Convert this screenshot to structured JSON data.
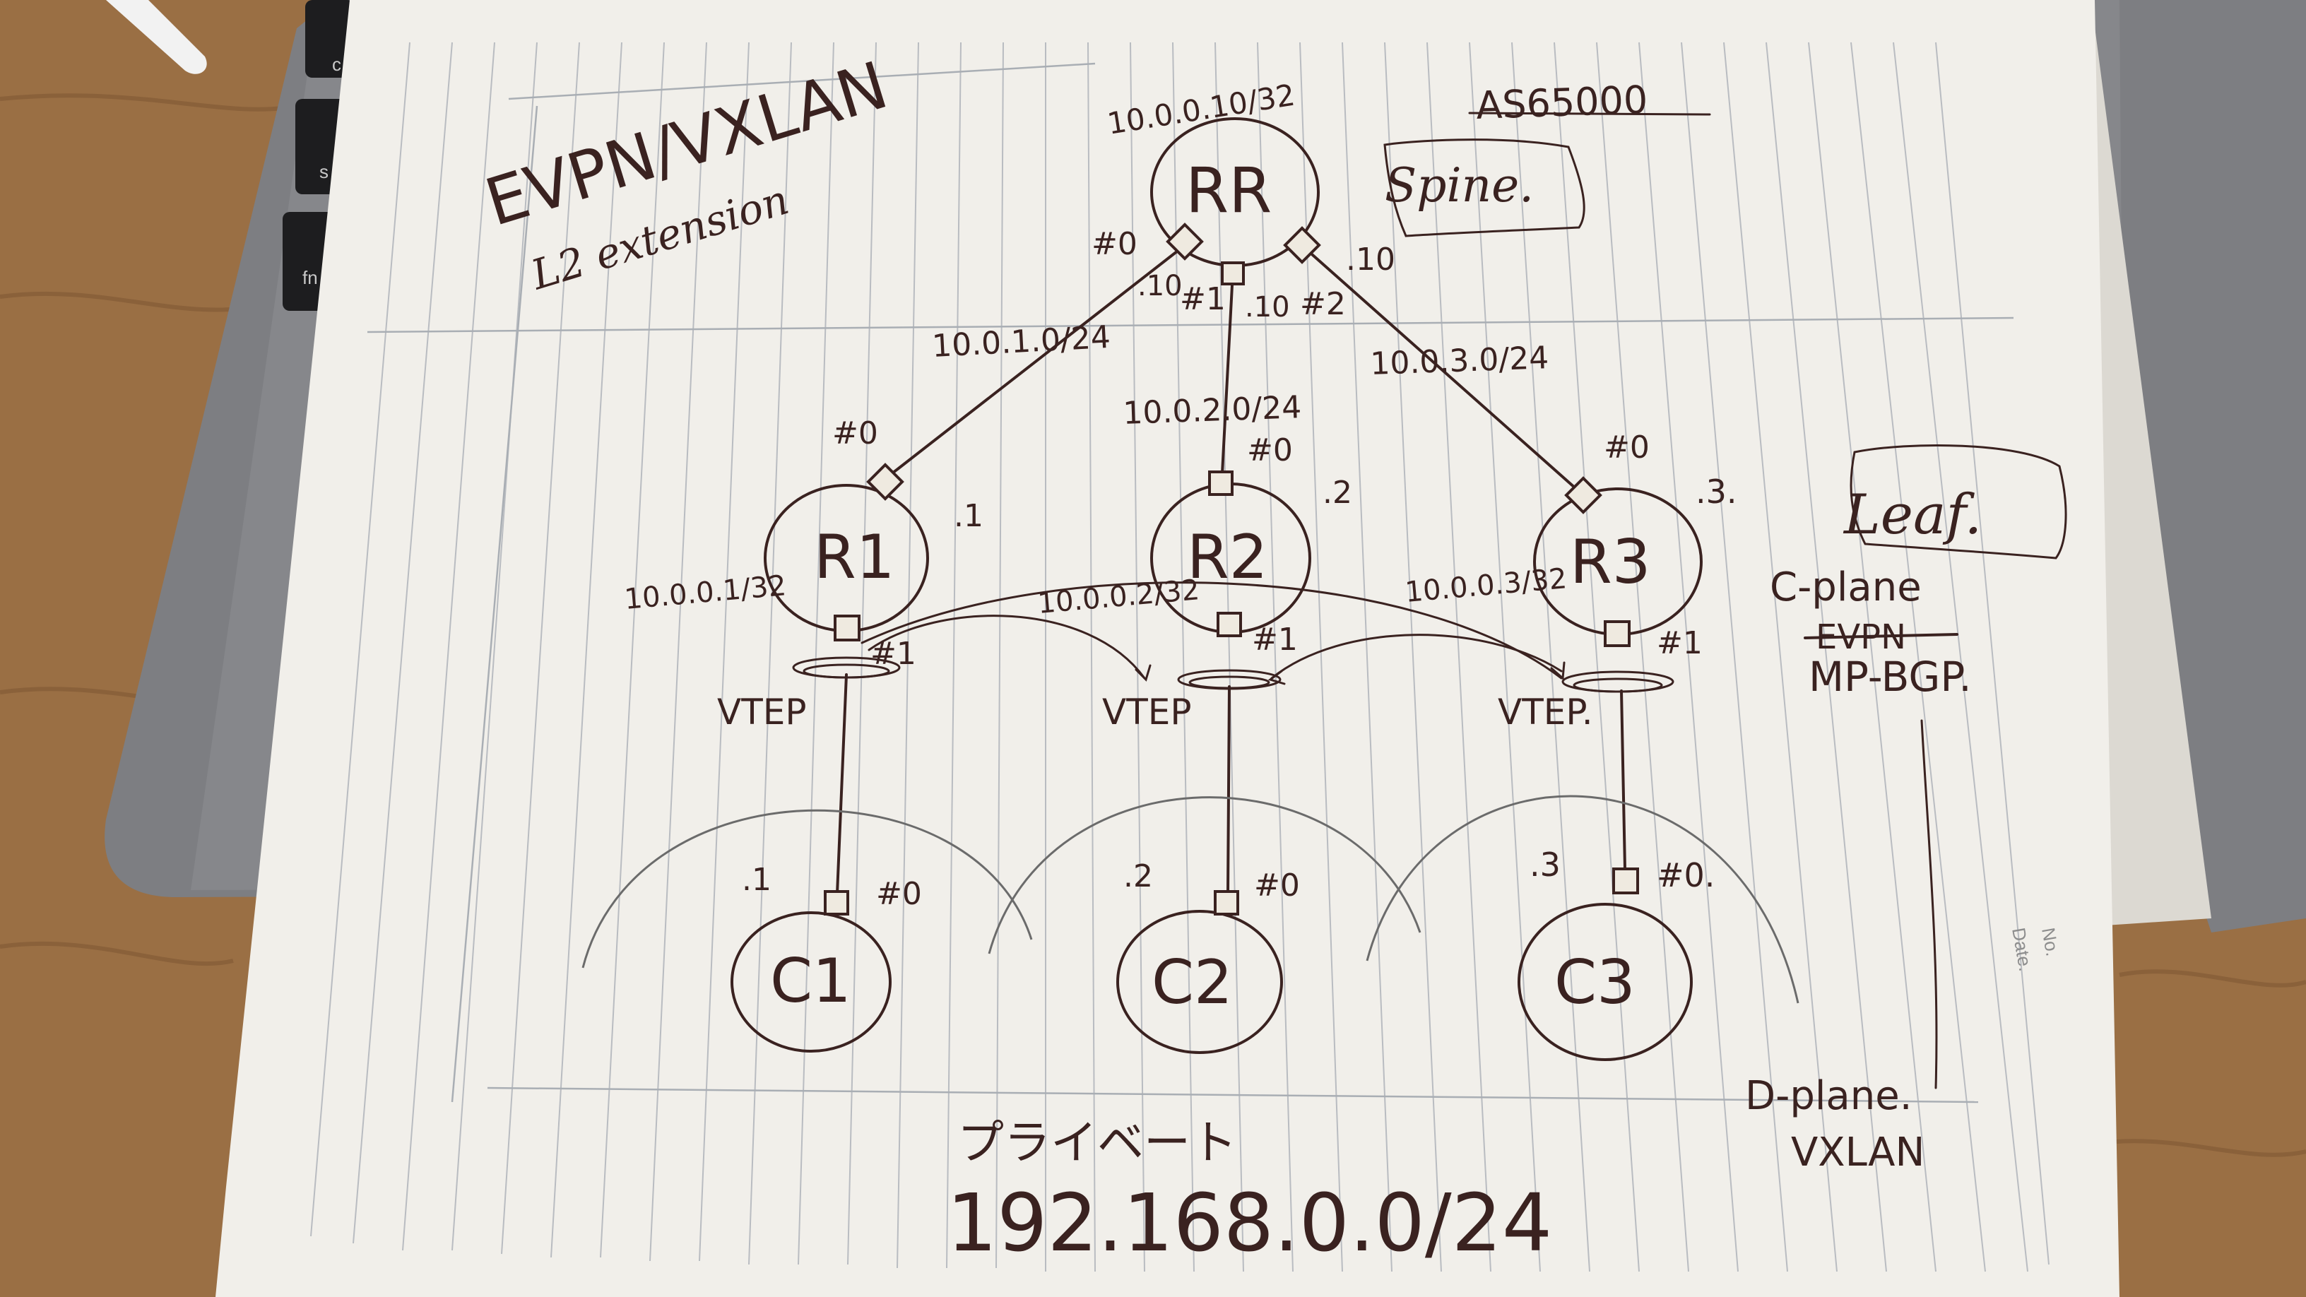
{
  "title": "EVPN/VXLAN",
  "subtitle": "L2 extension",
  "as_number": "AS65000",
  "tiers": {
    "spine": "Spine.",
    "leaf": "Leaf."
  },
  "control_plane": {
    "label": "C-plane",
    "struck": "EVPN",
    "protocol": "MP-BGP."
  },
  "data_plane": {
    "label": "D-plane.",
    "protocol": "VXLAN"
  },
  "segment": {
    "label": "プライベート",
    "network": "192.168.0.0/24"
  },
  "spine_node": {
    "name": "RR",
    "loopback": "10.0.0.10/32",
    "ports": [
      "#0",
      "#1",
      "#2"
    ],
    "host_ids": [
      ".10",
      ".10",
      ".10"
    ]
  },
  "links": [
    {
      "subnet": "10.0.1.0/24"
    },
    {
      "subnet": "10.0.2.0/24"
    },
    {
      "subnet": "10.0.3.0/24"
    }
  ],
  "leaves": [
    {
      "name": "R1",
      "loopback": "10.0.0.1/32",
      "uplink_port": "#0",
      "host_id": ".1",
      "downlink_port": "#1",
      "vtep": "VTEP"
    },
    {
      "name": "R2",
      "loopback": "10.0.0.2/32",
      "uplink_port": "#0",
      "host_id": ".2",
      "downlink_port": "#1",
      "vtep": "VTEP"
    },
    {
      "name": "R3",
      "loopback": "10.0.0.3/32",
      "uplink_port": "#0",
      "host_id": ".3.",
      "downlink_port": "#1",
      "vtep": "VTEP."
    }
  ],
  "clients": [
    {
      "name": "C1",
      "host_id": ".1",
      "port": "#0"
    },
    {
      "name": "C2",
      "host_id": ".2",
      "port": "#0"
    },
    {
      "name": "C3",
      "host_id": ".3",
      "port": "#0."
    }
  ],
  "notebook": {
    "no_label": "No.",
    "date_label": "Date."
  },
  "laptop_keys": [
    "c",
    "s",
    "fn"
  ]
}
